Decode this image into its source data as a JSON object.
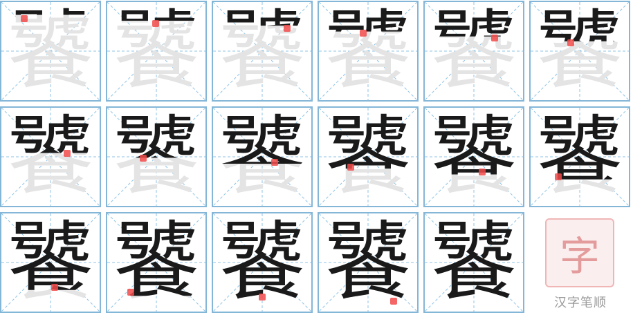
{
  "character": "饕",
  "stroke_count": 17,
  "colors": {
    "grid_border": "#84b6d8",
    "guide": "#8fc3e6",
    "ink": "#1a1a1a",
    "highlight": "#f24a4a",
    "ghost": "#e4e4e4"
  },
  "watermark": {
    "seal_char": "字",
    "caption": "汉字笔顺"
  }
}
